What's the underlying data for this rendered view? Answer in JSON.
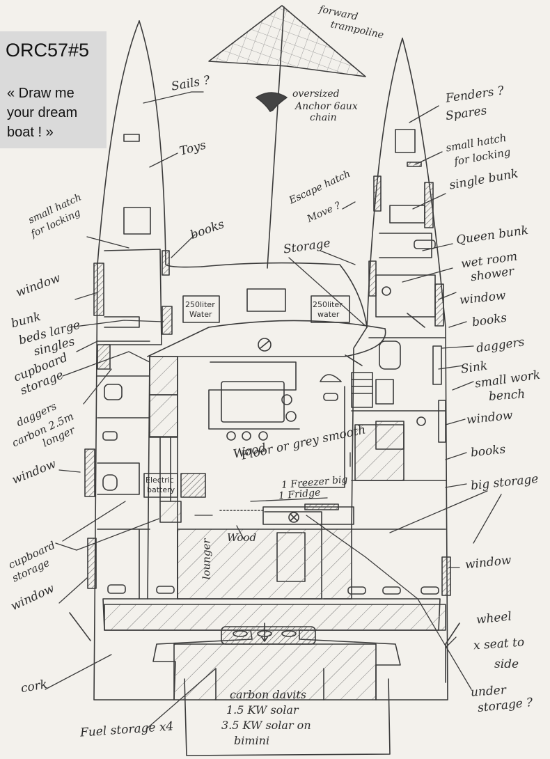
{
  "card": {
    "code": "ORC57#5",
    "line1": "« Draw me",
    "line2": "your dream",
    "line3": "boat ! »"
  },
  "labels": {
    "forward_trampoline_1": "forward",
    "forward_trampoline_2": "trampoline",
    "anchor_1": "oversized",
    "anchor_2": "Anchor 6aux",
    "anchor_3": "chain",
    "sails": "Sails ?",
    "fenders_1": "Fenders ?",
    "fenders_2": "Spares",
    "toys": "Toys",
    "small_hatch_r_1": "small hatch",
    "small_hatch_r_2": "for locking",
    "escape_hatch_1": "Escape hatch",
    "escape_hatch_2": "Move ?",
    "single_bunk": "single bunk",
    "small_hatch_l_1": "small hatch",
    "small_hatch_l_2": "for locking",
    "books_top": "books",
    "queen_bunk": "Queen bunk",
    "storage_mid": "Storage",
    "wet_room_1": "wet room",
    "wet_room_2": "shower",
    "window_l1": "window",
    "window_r1": "window",
    "water_left_1": "250liter",
    "water_left_2": "Water",
    "water_right_1": "250liter",
    "water_right_2": "water",
    "bunk_beds_1": "bunk",
    "bunk_beds_2": "beds large",
    "bunk_beds_3": "singles",
    "books_r1": "books",
    "daggers_r": "daggers",
    "cupboard_1": "cupboard",
    "cupboard_2": "storage",
    "sink": "Sink",
    "small_work_1": "small work",
    "small_work_2": "bench",
    "daggers_l_1": "daggers",
    "daggers_l_2": "carbon 2.5m",
    "daggers_l_3": "longer",
    "window_r2": "window",
    "wood_floor_1": "Wood",
    "wood_floor_2": "Floor or grey smooth",
    "books_r2": "books",
    "window_l2": "window",
    "freezer_1": "1 Freezer big",
    "freezer_2": "1 Fridge",
    "big_storage": "big storage",
    "electric_1": "Electric",
    "electric_2": "battery",
    "cupboard_storage_1": "cupboard",
    "cupboard_storage_2": "storage",
    "lounger": "lounger",
    "wood": "Wood",
    "window_r3": "window",
    "window_l3": "window",
    "wheel_1": "wheel",
    "wheel_2": "x seat to",
    "wheel_3": "side",
    "cork": "cork",
    "under_storage_1": "under",
    "under_storage_2": "storage ?",
    "davits_1": "carbon davits",
    "davits_2": "1.5 KW solar",
    "davits_3": "3.5 KW solar on",
    "davits_4": "bimini",
    "fuel_storage": "Fuel storage x4"
  },
  "style": {
    "ink": "#3a3a3a",
    "paper": "#f3f1ec",
    "card": "#dadada"
  }
}
